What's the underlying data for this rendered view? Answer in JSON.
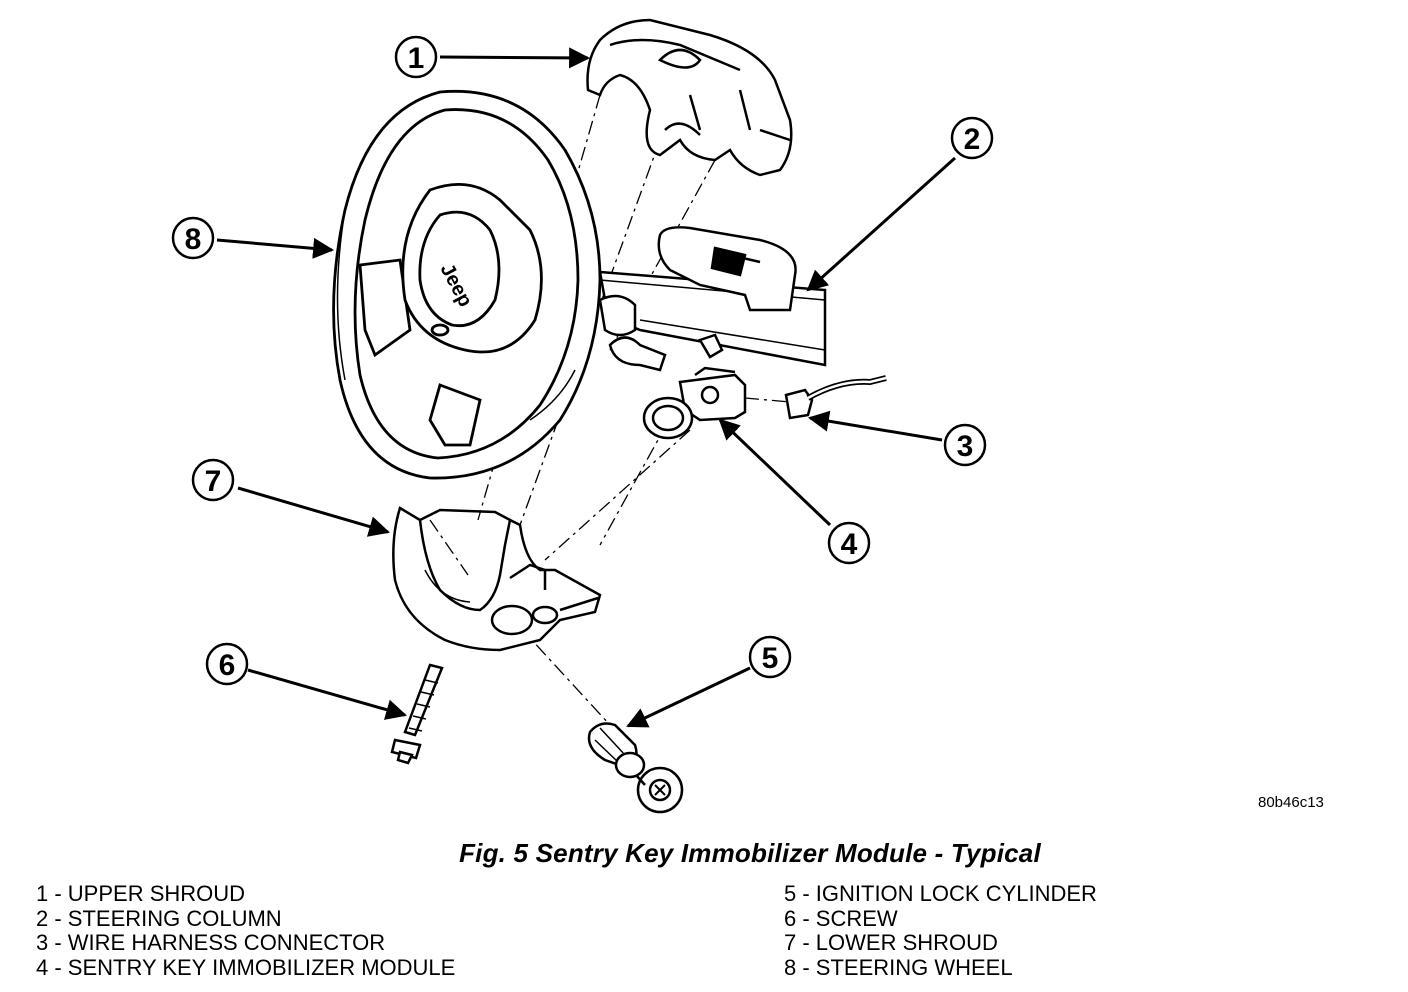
{
  "figure": {
    "caption": "Fig. 5 Sentry Key Immobilizer Module - Typical",
    "drawing_code": "80b46c13",
    "logo_text": "Jeep"
  },
  "callouts": [
    {
      "number": "1",
      "label": "UPPER SHROUD"
    },
    {
      "number": "2",
      "label": "STEERING COLUMN"
    },
    {
      "number": "3",
      "label": "WIRE HARNESS CONNECTOR"
    },
    {
      "number": "4",
      "label": "SENTRY KEY IMMOBILIZER MODULE"
    },
    {
      "number": "5",
      "label": "IGNITION LOCK CYLINDER"
    },
    {
      "number": "6",
      "label": "SCREW"
    },
    {
      "number": "7",
      "label": "LOWER SHROUD"
    },
    {
      "number": "8",
      "label": "STEERING WHEEL"
    }
  ],
  "legend": {
    "left": [
      "1 - UPPER SHROUD",
      "2 - STEERING COLUMN",
      "3 - WIRE HARNESS CONNECTOR",
      "4 - SENTRY KEY IMMOBILIZER MODULE"
    ],
    "right": [
      "5 - IGNITION LOCK CYLINDER",
      "6 - SCREW",
      "7 - LOWER SHROUD",
      "8 - STEERING WHEEL"
    ]
  }
}
